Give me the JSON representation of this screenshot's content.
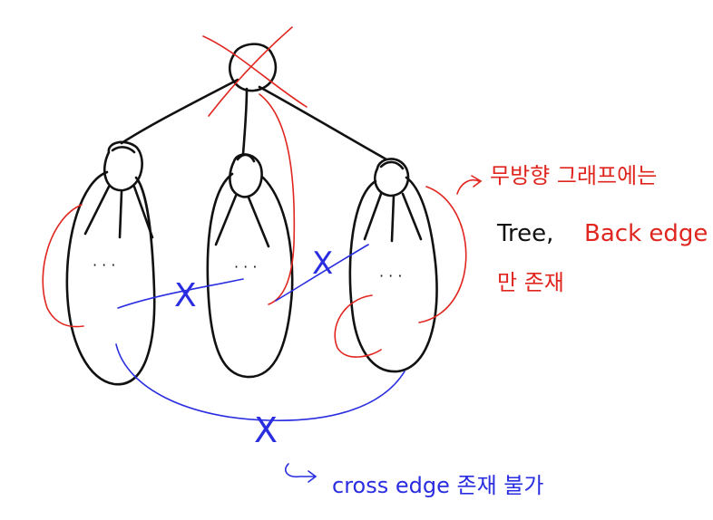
{
  "colors": {
    "ink": "#111111",
    "red": "#e0251f",
    "blue": "#2a2ee0"
  },
  "notes": {
    "undirected_line1": "무방향 그래프에는",
    "tree_text": "Tree,",
    "back_edge_text": "Back edge",
    "exists_text": "만 존재",
    "cross_edge_text": "cross edge 존재 불가"
  },
  "glyphs": {
    "ellipsis": "· · ·",
    "x_mark": "X"
  }
}
